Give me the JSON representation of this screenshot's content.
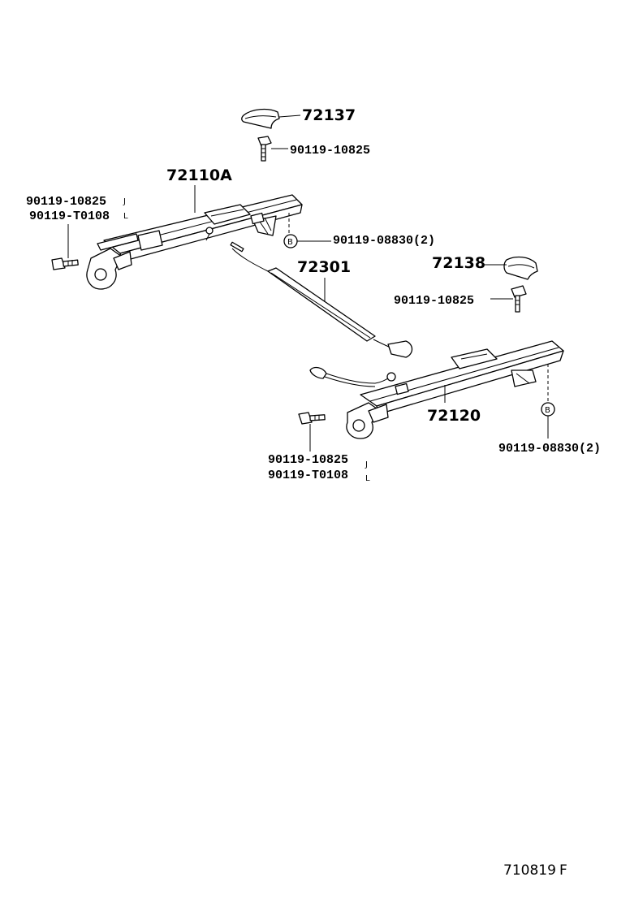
{
  "parts": {
    "cover_upper": "72137",
    "cover_lower": "72138",
    "bolt_top": "90119-10825",
    "bolt_right": "90119-10825",
    "track_left": "72110A",
    "track_right": "72120",
    "cable": "72301",
    "bolt_left_a": "90119-10825",
    "bolt_left_a_suffix": "J",
    "bolt_left_b": "90119-T0108",
    "bolt_left_b_suffix": "L",
    "bolt_bottom_a": "90119-10825",
    "bolt_bottom_a_suffix": "J",
    "bolt_bottom_b": "90119-T0108",
    "bolt_bottom_b_suffix": "L",
    "bolt_b_upper": "90119-08830(2)",
    "bolt_b_lower": "90119-08830(2)",
    "marker_b": "B"
  },
  "footer": {
    "diagram_code": "710819",
    "revision": "F"
  }
}
